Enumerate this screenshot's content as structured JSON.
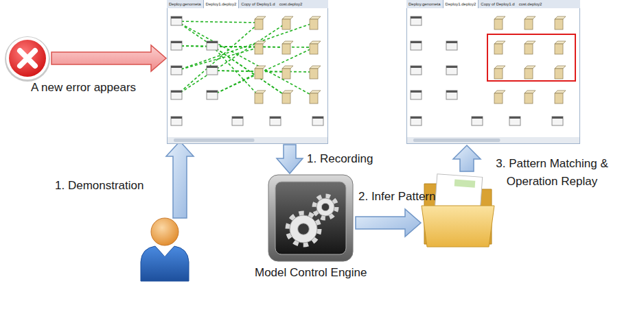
{
  "diagram": {
    "nodes": [
      {
        "text": [
          "A new error appears"
        ]
      },
      {
        "text": [
          "Deploy.genometa",
          "Deploy1.deploy2",
          "Copy of Deploy1.d",
          "cost.deploy2"
        ]
      },
      {
        "text": [
          "Deploy.genometa",
          "Deploy1.deploy2",
          "Copy of Deploy1.d",
          "cost.deploy2"
        ]
      },
      {
        "text": [
          "Model Control Engine"
        ]
      }
    ],
    "edges": [
      {
        "from": 0,
        "to": 1,
        "arrow": "to"
      },
      {
        "from": 1,
        "to": 3,
        "arrow": "to",
        "label": "1. Recording"
      }
    ],
    "labels": [
      "1. Demonstration",
      "2. Infer Pattern",
      "3. Pattern Matching & Operation Replay"
    ]
  }
}
